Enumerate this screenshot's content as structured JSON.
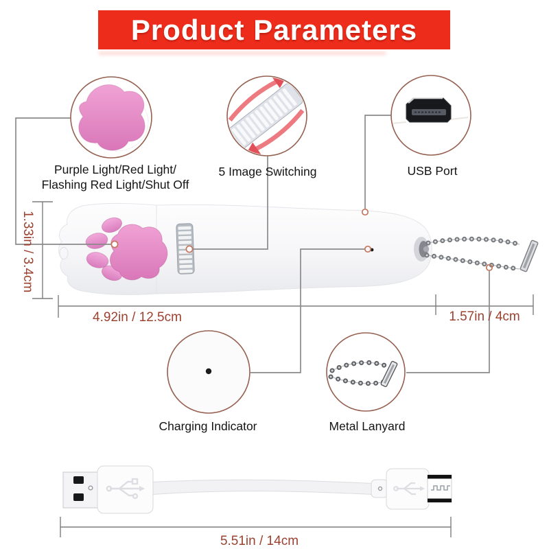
{
  "title": "Product Parameters",
  "colors": {
    "banner_red": "#ed2c1b",
    "dimension_text": "#9c4130",
    "circle_stroke": "#956050",
    "callout_line": "#8a8a8a",
    "pad_pink": "#e995cd"
  },
  "callouts": {
    "paw_buttons": {
      "label_line1": "Purple Light/Red Light/",
      "label_line2": "Flashing Red Light/Shut Off"
    },
    "image_switching": {
      "label": "5 Image Switching"
    },
    "usb_port": {
      "label": "USB Port"
    },
    "charging_indicator": {
      "label": "Charging Indicator"
    },
    "metal_lanyard": {
      "label": "Metal Lanyard"
    }
  },
  "dimensions": {
    "head_height": "1.33in / 3.4cm",
    "body_length": "4.92in / 12.5cm",
    "lanyard_length": "1.57in / 4cm",
    "cable_length": "5.51in / 14cm"
  }
}
